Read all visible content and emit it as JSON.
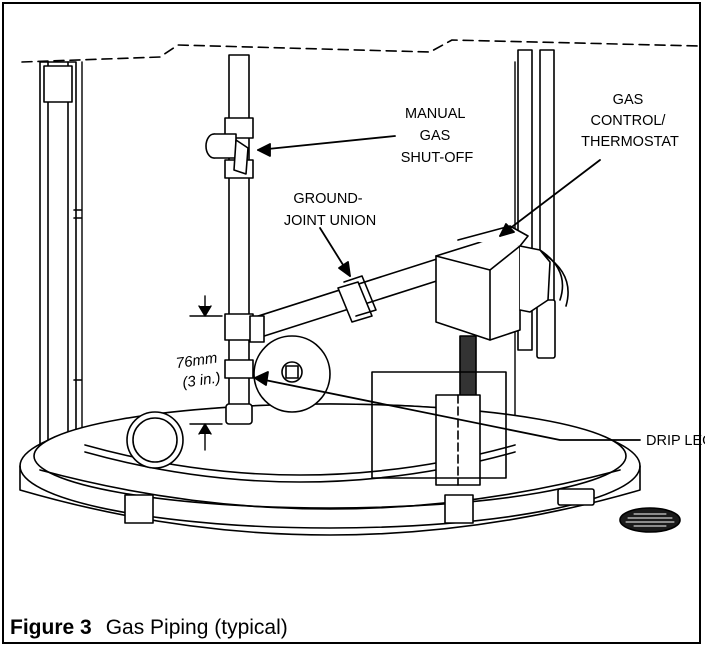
{
  "labels": {
    "manual_gas_shutoff": [
      "MANUAL",
      "GAS",
      "SHUT-OFF"
    ],
    "gas_control": [
      "GAS",
      "CONTROL/",
      "THERMOSTAT"
    ],
    "ground_joint_union": [
      "GROUND-",
      "JOINT UNION"
    ],
    "drip_leg": "DRIP LEG",
    "dimension": [
      "76mm",
      "(3 in.)"
    ]
  },
  "caption": {
    "figure": "Figure 3",
    "title": "Gas Piping (typical)"
  },
  "colors": {
    "line": "#000000",
    "background": "#ffffff"
  }
}
